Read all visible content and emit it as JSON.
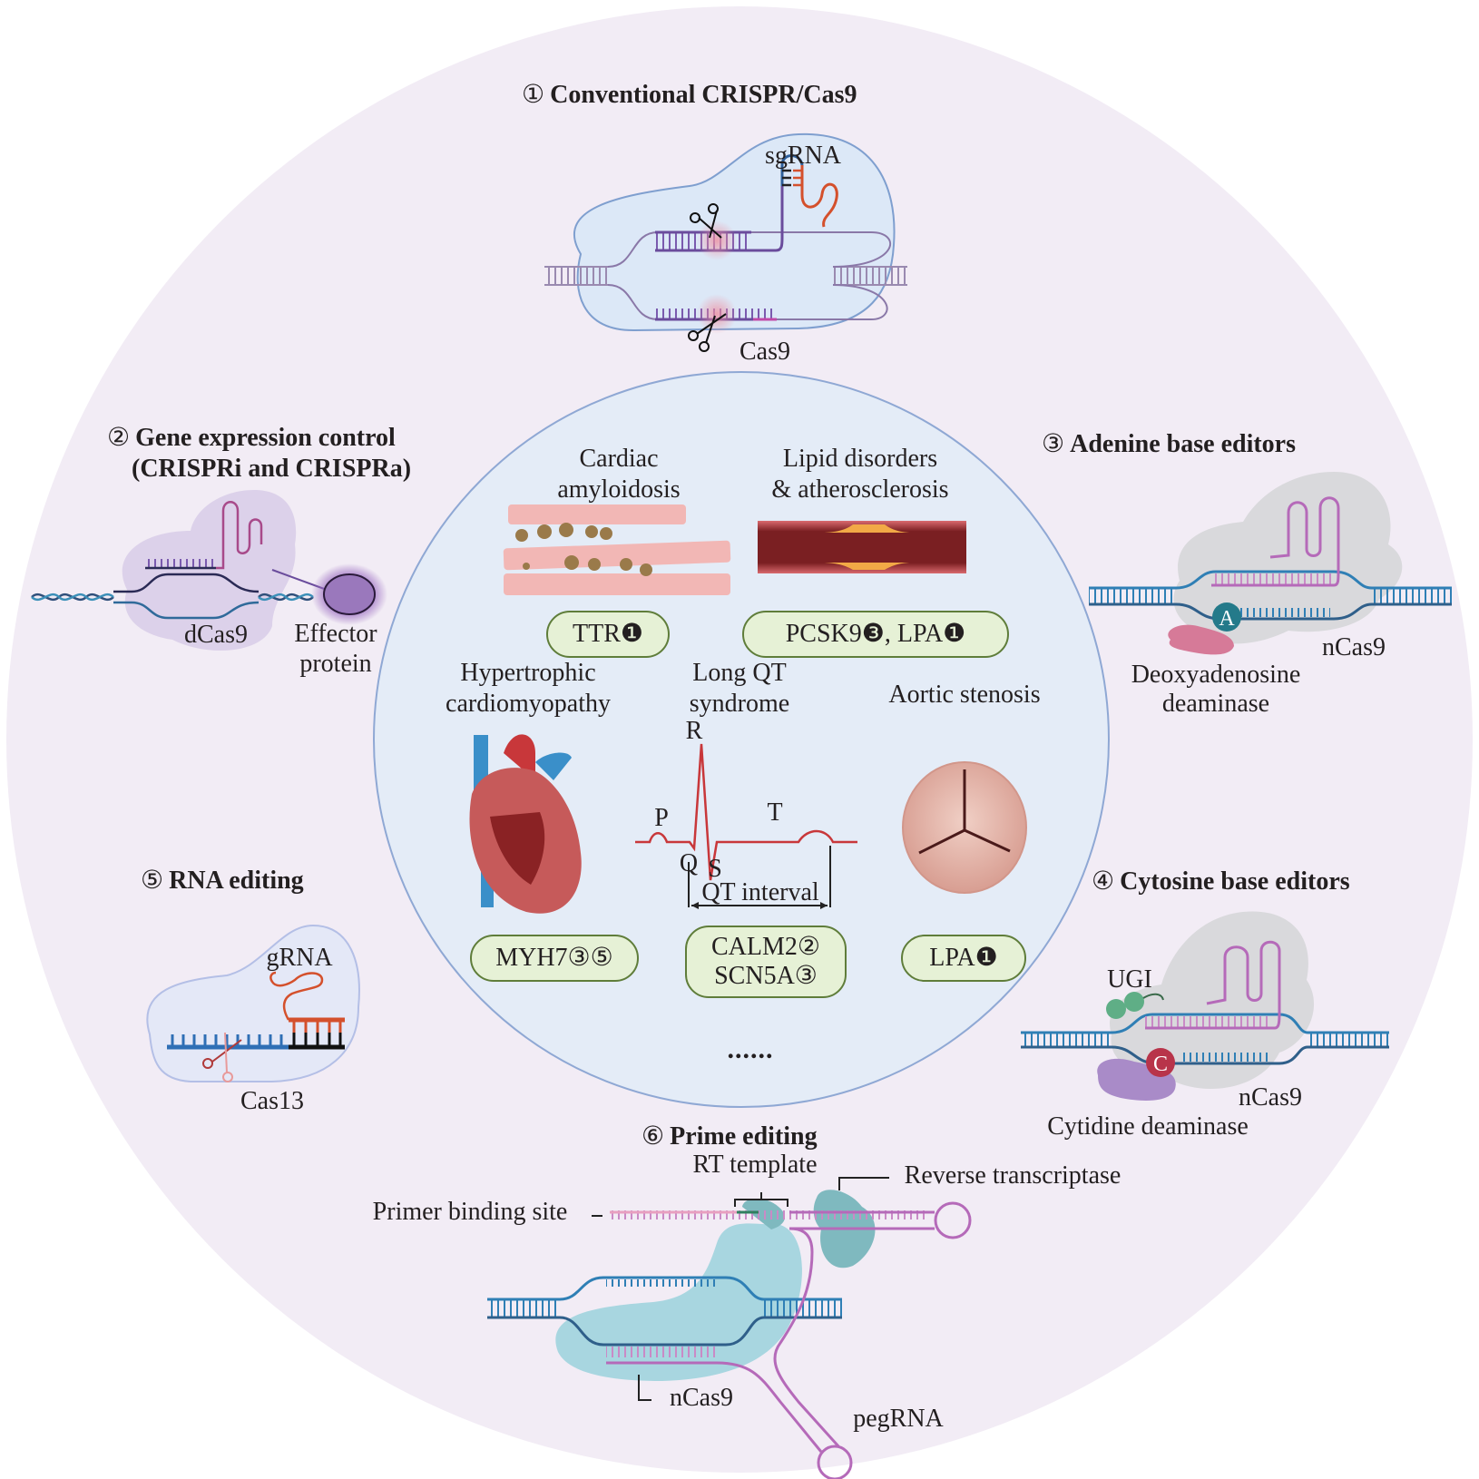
{
  "colors": {
    "outer_circle": "#f2ecf5",
    "inner_circle": "#e4ecf7",
    "inner_circle_stroke": "#8fa8d4",
    "pill_fill": "#e6f1d6",
    "pill_stroke": "#5f7d3a",
    "dna_purple": "#6a4c9c",
    "dna_blue": "#2f7fb5",
    "rna_pink": "#b56ab9",
    "rna_orange": "#d4502c",
    "cas_blue": "#dce8f7",
    "ncas9_grey": "#d9d9dc",
    "prime_cyan": "#a8d6e0",
    "rt_teal": "#7fb9bf",
    "adenine_teal": "#247a8a",
    "cytosine_red": "#b8344a",
    "deaminase_pink": "#d67a98",
    "cytidine_purple": "#a98bc8",
    "ugi_green": "#5fae86",
    "ecg_red": "#c8373a"
  },
  "methods": [
    {
      "num": "①",
      "title": "Conventional CRISPR/Cas9",
      "labels": {
        "guide": "sgRNA",
        "enzyme": "Cas9"
      }
    },
    {
      "num": "②",
      "title_line1": "Gene expression control",
      "title_line2": "(CRISPRi and CRISPRa)",
      "labels": {
        "enzyme": "dCas9",
        "effector_line1": "Effector",
        "effector_line2": "protein"
      }
    },
    {
      "num": "③",
      "title": "Adenine base editors",
      "labels": {
        "base": "A",
        "enzyme": "nCas9",
        "deaminase_line1": "Deoxyadenosine",
        "deaminase_line2": "deaminase"
      }
    },
    {
      "num": "④",
      "title": "Cytosine base editors",
      "labels": {
        "base": "C",
        "inhibitor": "UGI",
        "enzyme": "nCas9",
        "deaminase": "Cytidine deaminase"
      }
    },
    {
      "num": "⑤",
      "title": "RNA editing",
      "labels": {
        "guide": "gRNA",
        "enzyme": "Cas13"
      }
    },
    {
      "num": "⑥",
      "title": "Prime editing",
      "labels": {
        "rt_template": "RT template",
        "reverse_transcriptase": "Reverse transcriptase",
        "primer_binding_site": "Primer binding site",
        "enzyme": "nCas9",
        "guide": "pegRNA"
      }
    }
  ],
  "diseases": [
    {
      "name_line1": "Cardiac",
      "name_line2": "amyloidosis",
      "genes": "TTR❶"
    },
    {
      "name_line1": "Lipid disorders",
      "name_line2": "& atherosclerosis",
      "genes": "PCSK9❸, LPA❶"
    },
    {
      "name_line1": "Hypertrophic",
      "name_line2": "cardiomyopathy",
      "genes": "MYH7③⑤"
    },
    {
      "name_line1": "Long QT",
      "name_line2": "syndrome",
      "genes_line1": "CALM2②",
      "genes_line2": "SCN5A③"
    },
    {
      "name_line1": "Aortic stenosis",
      "genes": "LPA❶"
    }
  ],
  "ecg": {
    "P": "P",
    "Q": "Q",
    "R": "R",
    "S": "S",
    "T": "T",
    "interval": "QT interval"
  },
  "more": "......"
}
